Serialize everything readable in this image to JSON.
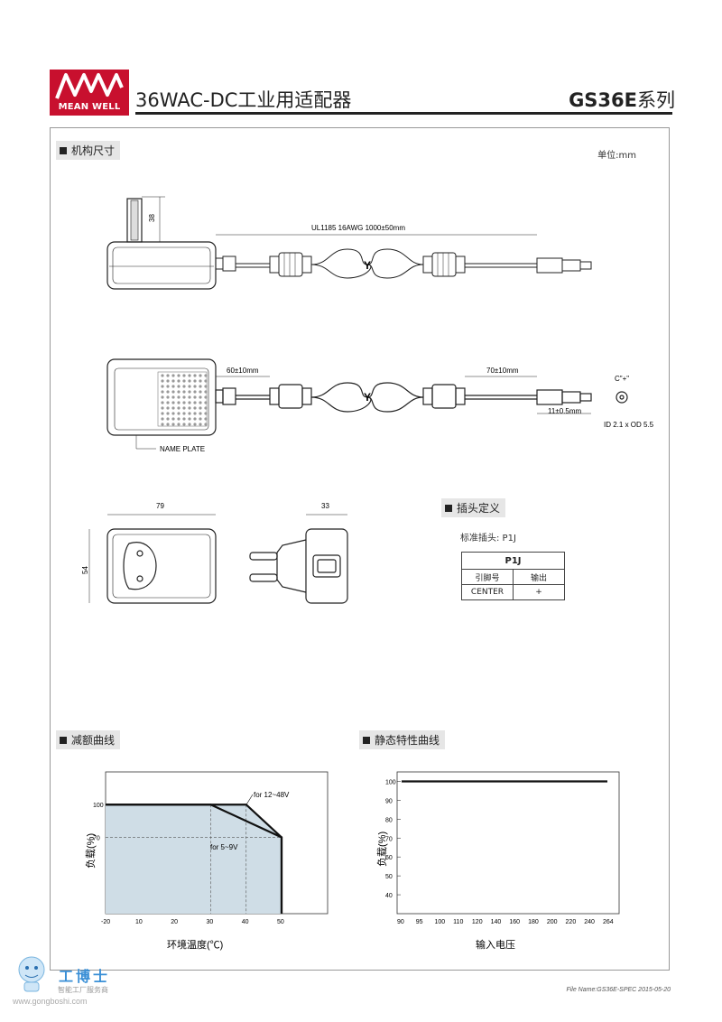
{
  "header": {
    "logo_text": "MEAN WELL",
    "title": "36WAC-DC工业用适配器",
    "series_model": "GS36E",
    "series_suffix": "系列"
  },
  "mechanical": {
    "section_title": "机构尺寸",
    "unit": "单位:mm",
    "pin_height": "38",
    "cable_label": "UL1185 16AWG 1000±50mm",
    "dim_60": "60±10mm",
    "dim_70": "70±10mm",
    "dim_11": "11±0.5mm",
    "polarity": "C\"+\"",
    "plug_spec": "ID 2.1 x OD 5.5",
    "name_plate": "NAME PLATE",
    "width_79": "79",
    "height_54": "54",
    "depth_33": "33"
  },
  "plug": {
    "section_title": "插头定义",
    "standard_plug": "标准插头: P1J",
    "table_title": "P1J",
    "col_pin": "引脚号",
    "col_output": "输出",
    "row_pin": "CENTER",
    "row_output": "+"
  },
  "derating": {
    "section_title": "减额曲线",
    "ylabel": "负载(%)",
    "xlabel": "环境温度(℃)",
    "label_high": "for 12~48V",
    "label_low": "for 5~9V"
  },
  "static": {
    "section_title": "静态特性曲线",
    "ylabel": "负载(%)",
    "xlabel": "输入电压"
  },
  "chart_data": [
    {
      "type": "area",
      "x_ticks": [
        "-20",
        "10",
        "20",
        "30",
        "40",
        "50"
      ],
      "y_ticks": [
        "100",
        "70"
      ],
      "xlim": [
        -20,
        60
      ],
      "ylim": [
        0,
        130
      ],
      "series": [
        {
          "name": "for 12~48V",
          "x": [
            -20,
            40,
            50,
            50
          ],
          "y": [
            100,
            100,
            70,
            0
          ]
        },
        {
          "name": "for 5~9V",
          "x": [
            -20,
            30,
            50,
            50
          ],
          "y": [
            100,
            100,
            70,
            0
          ]
        }
      ]
    },
    {
      "type": "line",
      "categories": [
        "90",
        "95",
        "100",
        "110",
        "120",
        "140",
        "160",
        "180",
        "200",
        "220",
        "240",
        "264"
      ],
      "y_ticks": [
        "100",
        "90",
        "80",
        "70",
        "60",
        "50",
        "40"
      ],
      "ylim": [
        30,
        105
      ],
      "series": [
        {
          "values": [
            100,
            100,
            100,
            100,
            100,
            100,
            100,
            100,
            100,
            100,
            100,
            100
          ]
        }
      ]
    }
  ],
  "footer": {
    "file_name": "File Name:GS36E-SPEC   2015-05-20"
  },
  "watermark": {
    "title": "工博士",
    "subtitle": "智能工厂服务商",
    "url": "www.gongboshi.com"
  }
}
